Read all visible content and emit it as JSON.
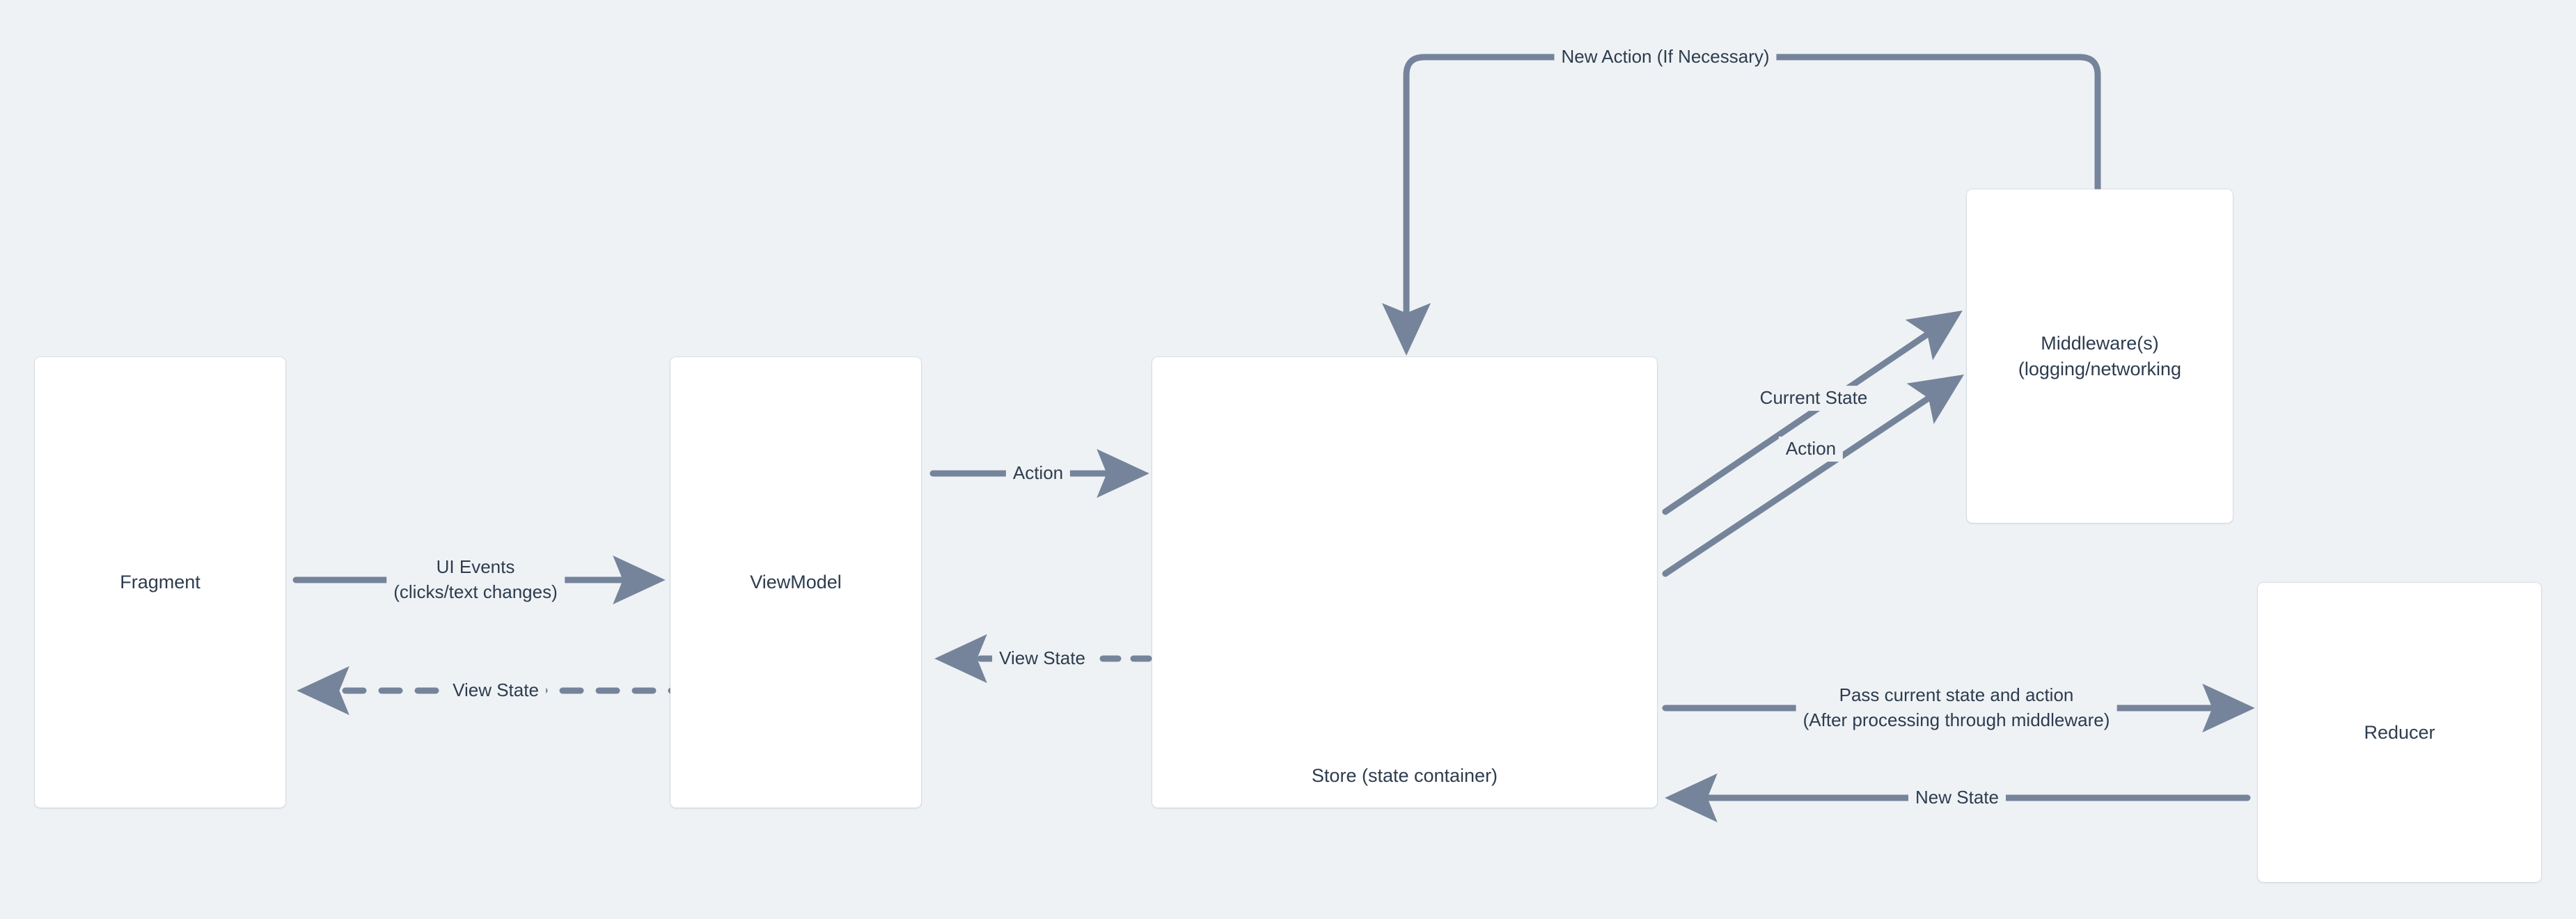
{
  "diagram": {
    "title": "Android Redux / MVI unidirectional data flow",
    "background_color": "#eff2f5",
    "node_fill": "#ffffff",
    "connector_color": "#75849a",
    "text_color": "#2d3c4e"
  },
  "nodes": [
    {
      "id": "fragment",
      "label": "Fragment"
    },
    {
      "id": "viewmodel",
      "label": "ViewModel"
    },
    {
      "id": "store",
      "label": "Store (state container)"
    },
    {
      "id": "middleware",
      "label": "Middleware(s)\n(logging/networking"
    },
    {
      "id": "reducer",
      "label": "Reducer"
    }
  ],
  "edges": [
    {
      "id": "fragment-to-viewmodel",
      "from": "fragment",
      "to": "viewmodel",
      "label": "UI Events\n(clicks/text changes)",
      "style": "solid",
      "direction": "forward"
    },
    {
      "id": "viewmodel-to-fragment",
      "from": "viewmodel",
      "to": "fragment",
      "label": "View State",
      "style": "dashed",
      "direction": "backward"
    },
    {
      "id": "viewmodel-to-store",
      "from": "viewmodel",
      "to": "store",
      "label": "Action",
      "style": "solid",
      "direction": "forward"
    },
    {
      "id": "store-to-viewmodel",
      "from": "store",
      "to": "viewmodel",
      "label": "View State",
      "style": "dashed",
      "direction": "backward"
    },
    {
      "id": "store-to-middleware-state",
      "from": "store",
      "to": "middleware",
      "label": "Current State",
      "style": "solid",
      "direction": "forward"
    },
    {
      "id": "store-to-middleware-action",
      "from": "store",
      "to": "middleware",
      "label": "Action",
      "style": "solid",
      "direction": "forward"
    },
    {
      "id": "middleware-to-store-new-action",
      "from": "middleware",
      "to": "store",
      "label": "New Action (If Necessary)",
      "style": "solid",
      "direction": "forward"
    },
    {
      "id": "store-to-reducer",
      "from": "store",
      "to": "reducer",
      "label": "Pass current state and action\n(After processing through middleware)",
      "style": "solid",
      "direction": "forward"
    },
    {
      "id": "reducer-to-store",
      "from": "reducer",
      "to": "store",
      "label": "New State",
      "style": "solid",
      "direction": "backward"
    }
  ]
}
